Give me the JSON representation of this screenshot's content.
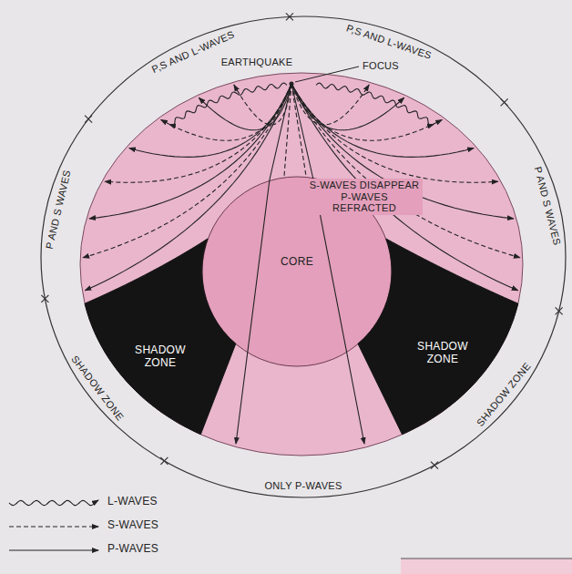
{
  "diagram": {
    "nodes": [
      {
        "text": [
          "CORE"
        ]
      },
      {
        "text": [
          "SHADOW ZONE"
        ]
      },
      {
        "text": [
          "SHADOW ZONE"
        ]
      }
    ],
    "labels": [
      "EARTHQUAKE",
      "FOCUS",
      "P,S AND L-WAVES",
      "P,S AND L-WAVES",
      "P AND S WAVES",
      "P AND S WAVES",
      "SHADOW ZONE",
      "SHADOW ZONE",
      "ONLY P-WAVES",
      "S-WAVES DISAPPEAR P-WAVES REFRACTED"
    ],
    "legend": [
      {
        "text": "L-WAVES"
      },
      {
        "text": "S-WAVES"
      },
      {
        "text": "P-WAVES"
      }
    ]
  }
}
